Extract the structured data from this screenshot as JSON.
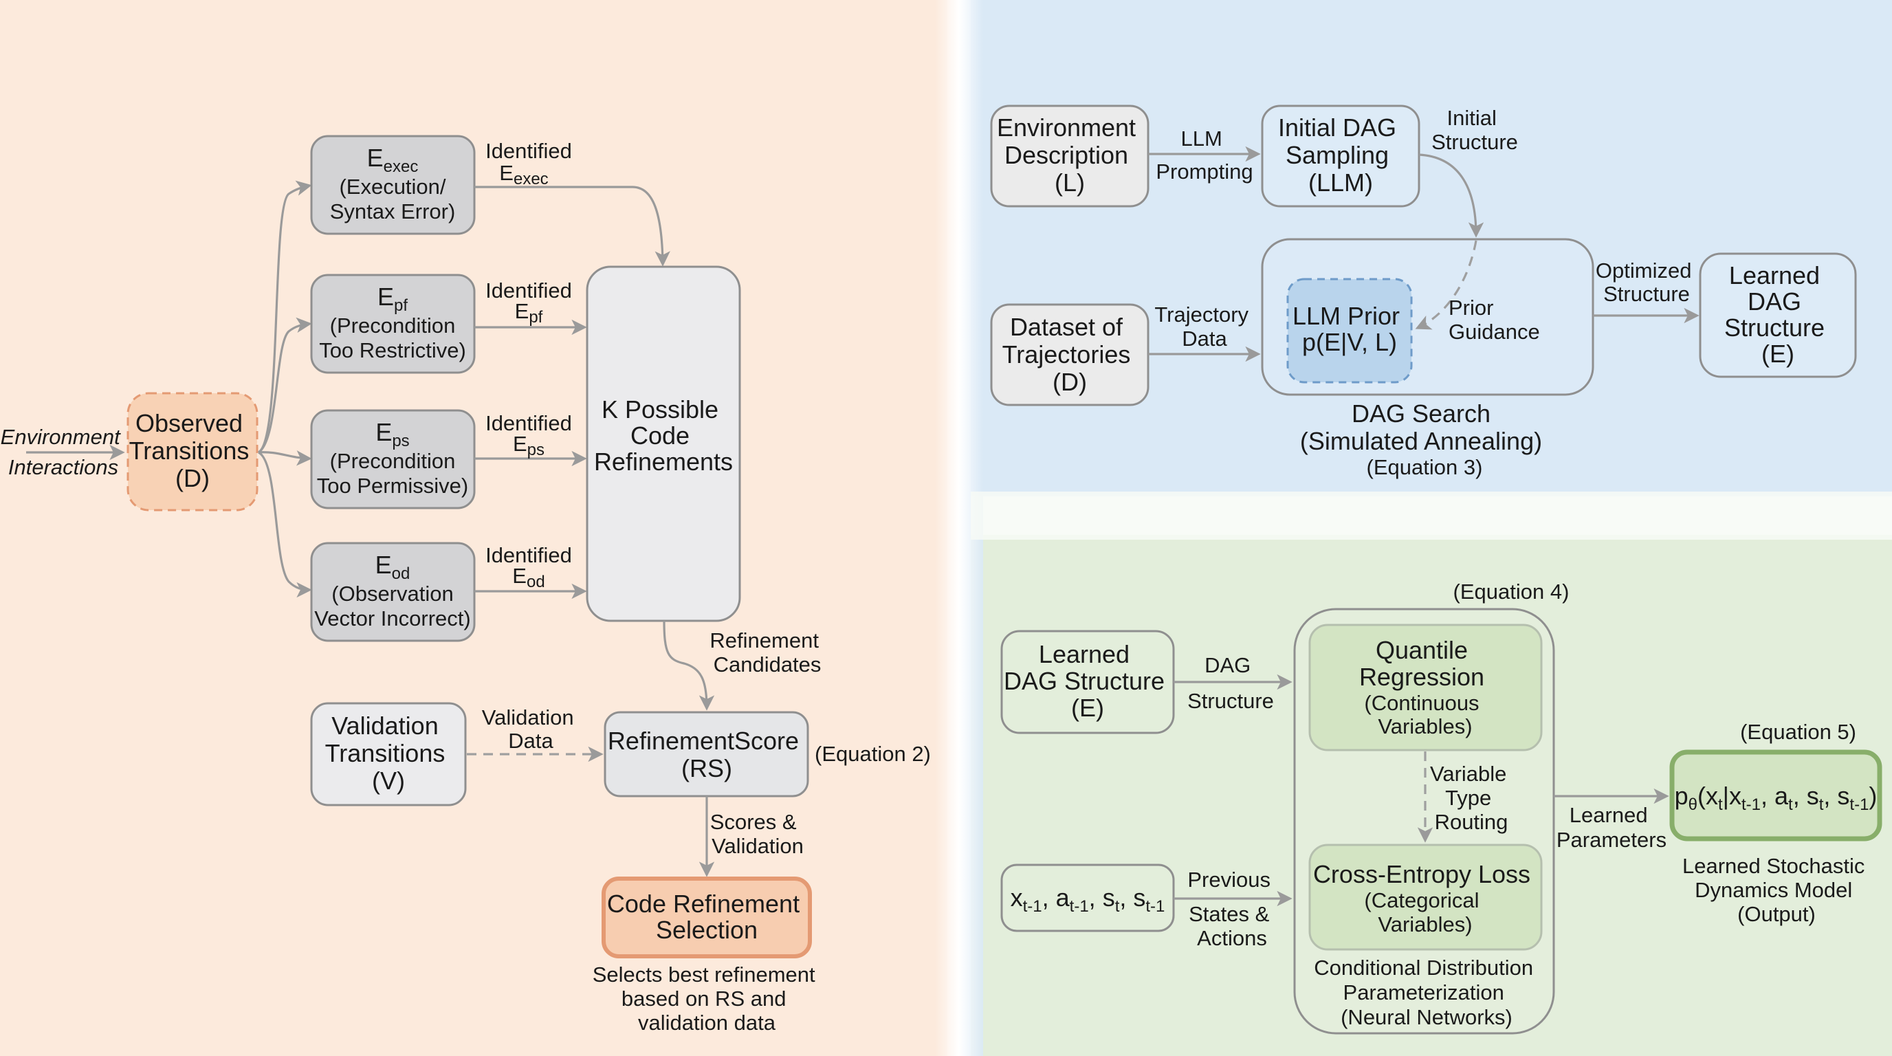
{
  "colors": {
    "panel_left_bg": "#FCEADC",
    "panel_top_right_bg": "#DAE9F6",
    "panel_bottom_right_bg": "#E3EEDB",
    "box_gray_fill": "#D4D4D6",
    "box_light_fill": "#ECECEE",
    "box_border": "#8F8F8F",
    "orange_fill": "#F8CFB2",
    "orange_border": "#E49A73",
    "blue_box_fill": "#E0EDF8",
    "blue_prior_fill": "#B9D4EC",
    "blue_prior_border": "#6E9BC9",
    "green_box_fill": "#D3E4C3",
    "green_out_border": "#88AE6A",
    "arrow": "#9A9A9A"
  },
  "left_panel": {
    "input_label": [
      "Environment",
      "Interactions"
    ],
    "observed": [
      "Observed",
      "Transitions",
      "(D)"
    ],
    "errors": [
      {
        "main": "E",
        "sub": "exec",
        "desc": [
          "(Execution/",
          "Syntax Error)"
        ],
        "edge_label": "Identified"
      },
      {
        "main": "E",
        "sub": "pf",
        "desc": [
          "(Precondition",
          "Too Restrictive)"
        ],
        "edge_label": "Identified"
      },
      {
        "main": "E",
        "sub": "ps",
        "desc": [
          "(Precondition",
          "Too Permissive)"
        ],
        "edge_label": "Identified"
      },
      {
        "main": "E",
        "sub": "od",
        "desc": [
          "(Observation",
          "Vector Incorrect)"
        ],
        "edge_label": "Identified"
      }
    ],
    "k_refinements": [
      "K Possible",
      "Code",
      "Refinements"
    ],
    "refinement_candidates_label": [
      "Refinement",
      "Candidates"
    ],
    "validation": [
      "Validation",
      "Transitions",
      "(V)"
    ],
    "validation_data_label": [
      "Validation",
      "Data"
    ],
    "refinement_score": [
      "RefinementScore",
      "(RS)"
    ],
    "equation_2": "(Equation 2)",
    "scores_label": [
      "Scores &",
      "Validation"
    ],
    "selection": [
      "Code Refinement",
      "Selection"
    ],
    "selection_caption": [
      "Selects best refinement",
      "based on RS and",
      "validation data"
    ]
  },
  "top_right_panel": {
    "env_description": [
      "Environment",
      "Description",
      "(L)"
    ],
    "llm_prompting_label": [
      "LLM",
      "Prompting"
    ],
    "initial_dag": [
      "Initial DAG",
      "Sampling",
      "(LLM)"
    ],
    "initial_structure_label": [
      "Initial",
      "Structure"
    ],
    "dataset": [
      "Dataset of",
      "Trajectories",
      "(D)"
    ],
    "trajectory_data_label": [
      "Trajectory",
      "Data"
    ],
    "llm_prior": [
      "LLM Prior",
      "p(E|V, L)"
    ],
    "prior_guidance_label": [
      "Prior",
      "Guidance"
    ],
    "dag_search_caption": [
      "DAG Search",
      "(Simulated Annealing)",
      "(Equation 3)"
    ],
    "optimized_structure_label": [
      "Optimized",
      "Structure"
    ],
    "learned_dag": [
      "Learned",
      "DAG",
      "Structure",
      "(E)"
    ]
  },
  "bottom_right_panel": {
    "equation_4": "(Equation 4)",
    "learned_dag": [
      "Learned",
      "DAG Structure",
      "(E)"
    ],
    "dag_structure_label": [
      "DAG",
      "Structure"
    ],
    "inputs_box": {
      "terms": [
        {
          "base": "x",
          "sub": "t-1"
        },
        {
          "base": "a",
          "sub": "t-1"
        },
        {
          "base": "s",
          "sub": "t"
        },
        {
          "base": "s",
          "sub": "t-1"
        }
      ]
    },
    "previous_label": [
      "Previous",
      "States &",
      "Actions"
    ],
    "quantile": [
      "Quantile",
      "Regression",
      "(Continuous",
      "Variables)"
    ],
    "routing_label": [
      "Variable",
      "Type",
      "Routing"
    ],
    "cross_entropy": [
      "Cross-Entropy Loss",
      "(Categorical",
      "Variables)"
    ],
    "container_caption": [
      "Conditional Distribution",
      "Parameterization",
      "(Neural Networks)"
    ],
    "learned_params_label": [
      "Learned",
      "Parameters"
    ],
    "equation_5": "(Equation 5)",
    "output_formula": {
      "p": "p",
      "p_sub": "θ",
      "open": "(x",
      "x_sub": "t",
      "bar": "|x",
      "x1_sub": "t-1",
      "a": ", a",
      "a_sub": "t",
      "s": ", s",
      "s_sub": "t",
      "s2": ", s",
      "s2_sub": "t-1",
      "close": ")"
    },
    "output_caption": [
      "Learned Stochastic",
      "Dynamics Model",
      "(Output)"
    ]
  }
}
